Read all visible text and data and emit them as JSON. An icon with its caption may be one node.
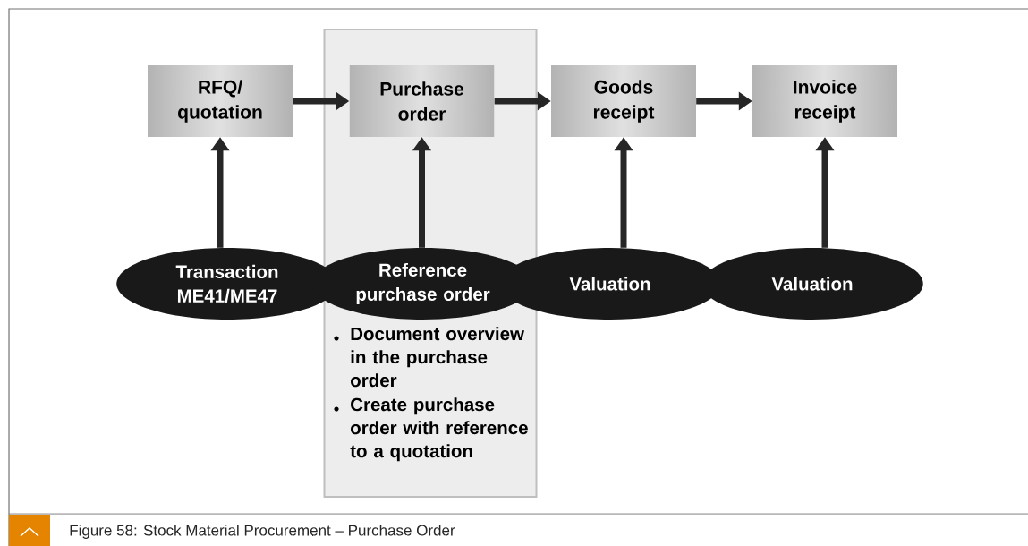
{
  "diagram": {
    "caption": "Figure 58: Stock Material Procurement – Purchase Order",
    "nodes": [
      {
        "text": [
          "RFQ/ quotation"
        ]
      },
      {
        "text": [
          "Document overview in the purchase order",
          "Create purchase order with reference to a quotation"
        ]
      },
      {
        "text": [
          "Purchase order"
        ],
        "in": 1
      },
      {
        "text": [
          "Goods receipt"
        ]
      },
      {
        "text": [
          "Invoice receipt"
        ]
      },
      {
        "text": [
          "Transaction ME41/ME47"
        ]
      },
      {
        "text": [
          "Reference purchase order"
        ],
        "in": 1
      },
      {
        "text": [
          "Valuation"
        ]
      },
      {
        "text": [
          "Valuation"
        ]
      }
    ],
    "edges": [
      {
        "from": 0,
        "to": 2,
        "arrow": "to"
      },
      {
        "from": 2,
        "to": 3,
        "arrow": "to"
      },
      {
        "from": 3,
        "to": 4,
        "arrow": "to"
      },
      {
        "from": 5,
        "to": 0,
        "arrow": "to"
      },
      {
        "from": 6,
        "to": 2,
        "arrow": "to"
      },
      {
        "from": 7,
        "to": 3,
        "arrow": "to"
      },
      {
        "from": 8,
        "to": 4,
        "arrow": "to"
      }
    ]
  }
}
